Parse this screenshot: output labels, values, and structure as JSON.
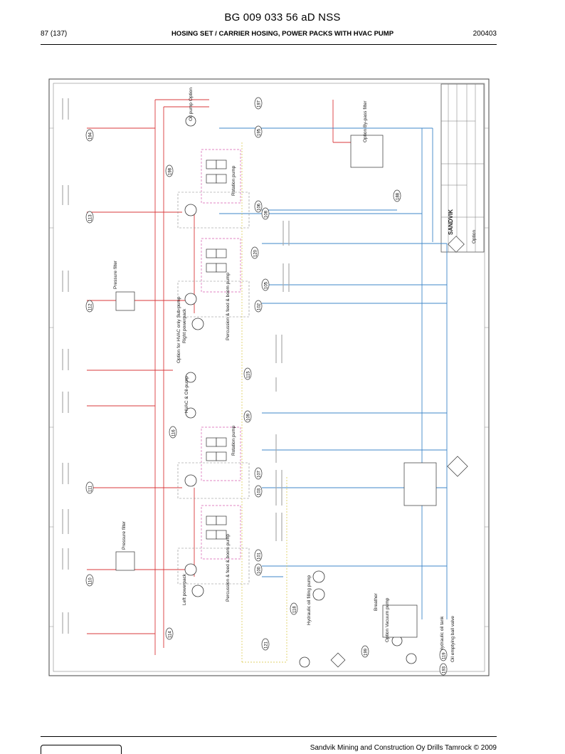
{
  "document": {
    "code": "BG 009 033 56 aD NSS",
    "page": "87 (137)",
    "heading": "HOSING SET / CARRIER HOSING, POWER PACKS WITH HVAC PUMP",
    "date": "200403",
    "footer": "Sandvik Mining and Construction Oy Drills Tamrock © 2009"
  },
  "drawing": {
    "brand": "SANDVIK",
    "option": "Option",
    "labels": {
      "oil_pump_option": "Oil pump Option",
      "bypass_filter_option": "Option By-pass filter",
      "rotation_pump_top": "Rotation pump",
      "rotation_pump_mid": "Rotation pump",
      "pressure_filter_upper": "Pressure filter",
      "pressure_filter_lower": "Pressure filter",
      "right_powerpack": "Right powerpack",
      "percussion_right": "Percussion & feed & boom pump",
      "left_powerpack": "Left powerpack",
      "percussion_left": "Percussion & feed & boom pump",
      "hvac_pump": "HVAC & Oil-pump",
      "sub_pump": "Option for HVAC only Sub-pump",
      "hydraulic_oil_filling": "Hydraulic oil filling pump",
      "breather": "Breather",
      "vacuum_pump": "Option Vacuum pump",
      "hydraulic_tank": "Hydraulic oil tank",
      "oil_emptying": "Oil emptying ball valve"
    },
    "markers": [
      "197",
      "194",
      "195",
      "198",
      "113",
      "106",
      "108",
      "120",
      "112",
      "102",
      "105",
      "188",
      "115",
      "109",
      "116",
      "111",
      "107",
      "103",
      "110",
      "101",
      "100",
      "114",
      "118",
      "121",
      "199",
      "119",
      "193"
    ]
  }
}
